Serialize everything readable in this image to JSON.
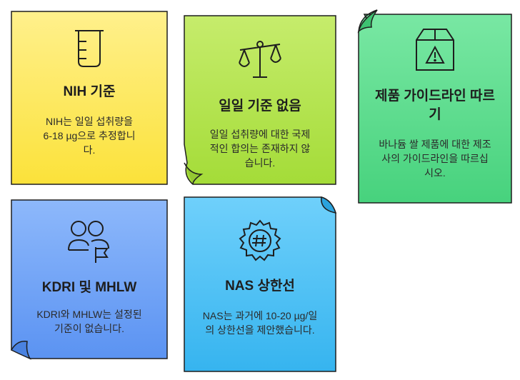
{
  "cards": [
    {
      "title": "NIH 기준",
      "body": "NIH는 일일 섭취량을 6-18 µg으로 추정합니다.",
      "color": "#fde95e",
      "icon": "beaker-icon"
    },
    {
      "title": "일일 기준 없음",
      "body": "일일 섭취량에 대한 국제적인 합의는 존재하지 않습니다.",
      "color": "#b7e550",
      "icon": "scale-icon"
    },
    {
      "title": "제품 가이드라인 따르기",
      "body": "바나듐 쌀 제품에 대한 제조사의 가이드라인을 따르십시오.",
      "color": "#5fdc8f",
      "icon": "warning-box-icon"
    },
    {
      "title": "KDRI 및 MHLW",
      "body": "KDRI와 MHLW는 설정된 기준이 없습니다.",
      "color": "#6ea3f7",
      "icon": "people-flag-icon"
    },
    {
      "title": "NAS 상한선",
      "body": "NAS는 과거에 10-20 µg/일의 상한선을 제안했습니다.",
      "color": "#45c1f5",
      "icon": "hashtag-badge-icon"
    }
  ]
}
